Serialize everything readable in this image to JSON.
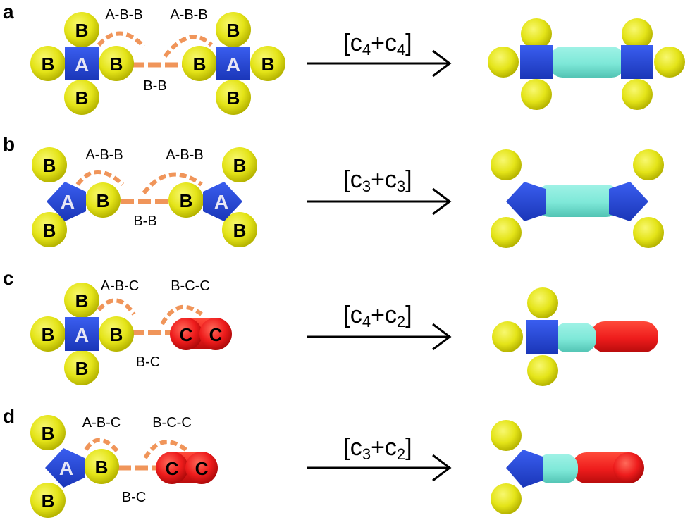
{
  "panels": [
    {
      "letter": "a",
      "left": {
        "center": "A",
        "arms": [
          "B",
          "B",
          "B",
          "B"
        ]
      },
      "right": {
        "center": "A",
        "arms": [
          "B",
          "B",
          "B",
          "B"
        ]
      },
      "angle_labels": [
        "A-B-B",
        "A-B-B"
      ],
      "bond_label": "B-B",
      "reaction": {
        "open": "[c",
        "sub1": "4",
        "plus": "+c",
        "sub2": "4",
        "close": "]"
      }
    },
    {
      "letter": "b",
      "left": {
        "center": "A",
        "arms": [
          "B",
          "B",
          "B"
        ]
      },
      "right": {
        "center": "A",
        "arms": [
          "B",
          "B",
          "B"
        ]
      },
      "angle_labels": [
        "A-B-B",
        "A-B-B"
      ],
      "bond_label": "B-B",
      "reaction": {
        "open": "[c",
        "sub1": "3",
        "plus": "+c",
        "sub2": "3",
        "close": "]"
      }
    },
    {
      "letter": "c",
      "left": {
        "center": "A",
        "arms": [
          "B",
          "B",
          "B",
          "B"
        ]
      },
      "right": {
        "beads": [
          "C",
          "C"
        ]
      },
      "angle_labels": [
        "A-B-C",
        "B-C-C"
      ],
      "bond_label": "B-C",
      "reaction": {
        "open": "[c",
        "sub1": "4",
        "plus": "+c",
        "sub2": "2",
        "close": "]"
      }
    },
    {
      "letter": "d",
      "left": {
        "center": "A",
        "arms": [
          "B",
          "B",
          "B"
        ]
      },
      "right": {
        "beads": [
          "C",
          "C"
        ]
      },
      "angle_labels": [
        "A-B-C",
        "B-C-C"
      ],
      "bond_label": "B-C",
      "reaction": {
        "open": "[c",
        "sub1": "3",
        "plus": "+c",
        "sub2": "2",
        "close": "]"
      }
    }
  ],
  "colors": {
    "bead_B": "#e8e81a",
    "bead_B_dark": "#b8b800",
    "core_A": "#2246d6",
    "core_A_dark": "#1230a0",
    "bead_C": "#ee1c1c",
    "bead_C_dark": "#b00a0a",
    "linker": "#7ee8d8",
    "linker_dark": "#55c8b8",
    "bond": "#f0955a",
    "text": "#000000",
    "core_text": "#e6e6f5"
  }
}
